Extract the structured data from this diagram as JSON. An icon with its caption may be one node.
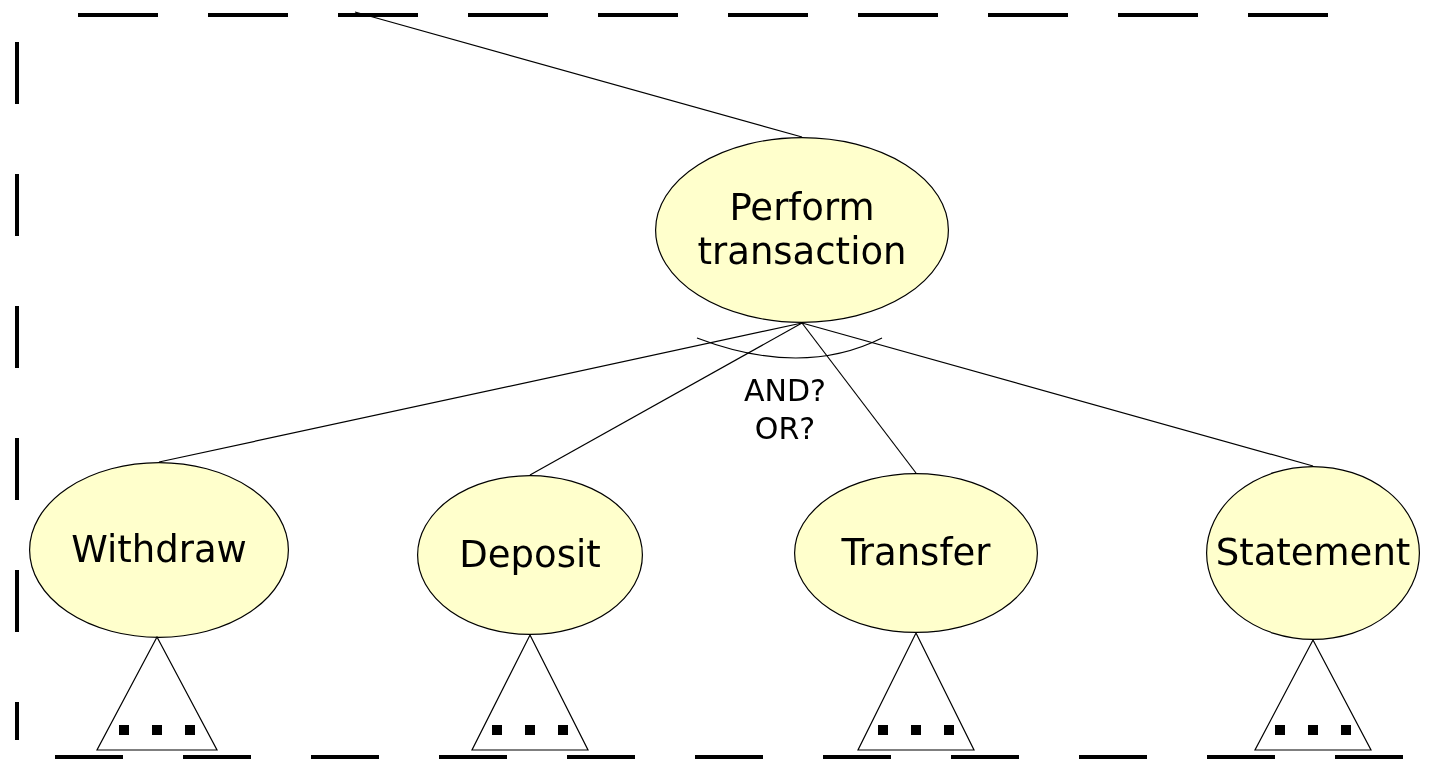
{
  "diagram": {
    "nodes": [
      {
        "text": [
          "Perform transaction"
        ]
      },
      {
        "text": [
          "Withdraw"
        ]
      },
      {
        "text": [
          "Deposit"
        ]
      },
      {
        "text": [
          "Transfer"
        ]
      },
      {
        "text": [
          "Statement"
        ]
      },
      {
        "text": [],
        "shape": "triangle"
      },
      {
        "text": [],
        "shape": "triangle"
      },
      {
        "text": [],
        "shape": "triangle"
      },
      {
        "text": [],
        "shape": "triangle"
      }
    ],
    "edges": [
      {
        "from": null,
        "to": 0,
        "arrow": "none"
      },
      {
        "from": 0,
        "to": 1,
        "arrow": "none"
      },
      {
        "from": 0,
        "to": 2,
        "arrow": "none"
      },
      {
        "from": 0,
        "to": 3,
        "arrow": "none"
      },
      {
        "from": 0,
        "to": 4,
        "arrow": "none"
      }
    ],
    "labels": [
      "AND? OR?"
    ]
  }
}
